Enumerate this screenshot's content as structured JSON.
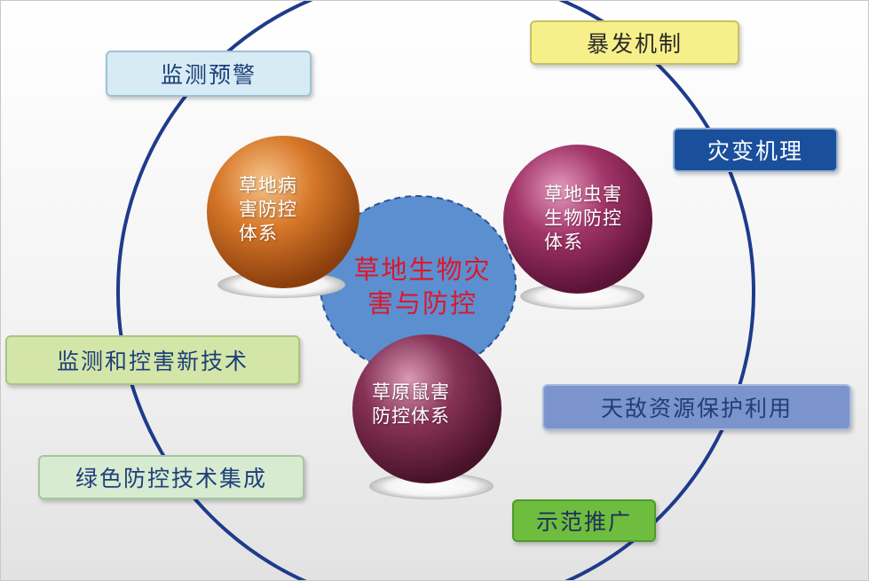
{
  "center": {
    "lines": [
      "草地生物灾",
      "害与防控"
    ]
  },
  "spheres": {
    "disease": {
      "lines": [
        "草地病",
        "害防控",
        "体系"
      ],
      "color": "#c8651c"
    },
    "insect": {
      "lines": [
        "草地虫害",
        "生物防控",
        "体系"
      ],
      "color": "#8a2457"
    },
    "rodent": {
      "lines": [
        "草原鼠害",
        "防控体系"
      ],
      "color": "#6e2448"
    }
  },
  "boxes": {
    "monitoring_warning": {
      "label": "监测预警",
      "fill": "#d6ebf4",
      "text_color": "#1f3e7a"
    },
    "outbreak_mechanism": {
      "label": "暴发机制",
      "fill": "#f7f08a",
      "text_color": "#2a2a2a"
    },
    "disaster_mechanism": {
      "label": "灾变机理",
      "fill": "#1a4f9c",
      "text_color": "#ffffff"
    },
    "monitor_control_tech": {
      "label": "监测和控害新技术",
      "fill": "#d3e6a8",
      "text_color": "#1f3e7a"
    },
    "natural_enemy": {
      "label": "天敌资源保护利用",
      "fill": "#7b94cc",
      "text_color": "#1f3e7a"
    },
    "green_control": {
      "label": "绿色防控技术集成",
      "fill": "#d7ebd0",
      "text_color": "#1f3e7a"
    },
    "demonstration": {
      "label": "示范推广",
      "fill": "#6fbd3f",
      "text_color": "#1f2f5a"
    }
  },
  "colors": {
    "ring": "#1e3b8c",
    "center_blob": "#5b8fcf",
    "center_text": "#e0162a"
  }
}
